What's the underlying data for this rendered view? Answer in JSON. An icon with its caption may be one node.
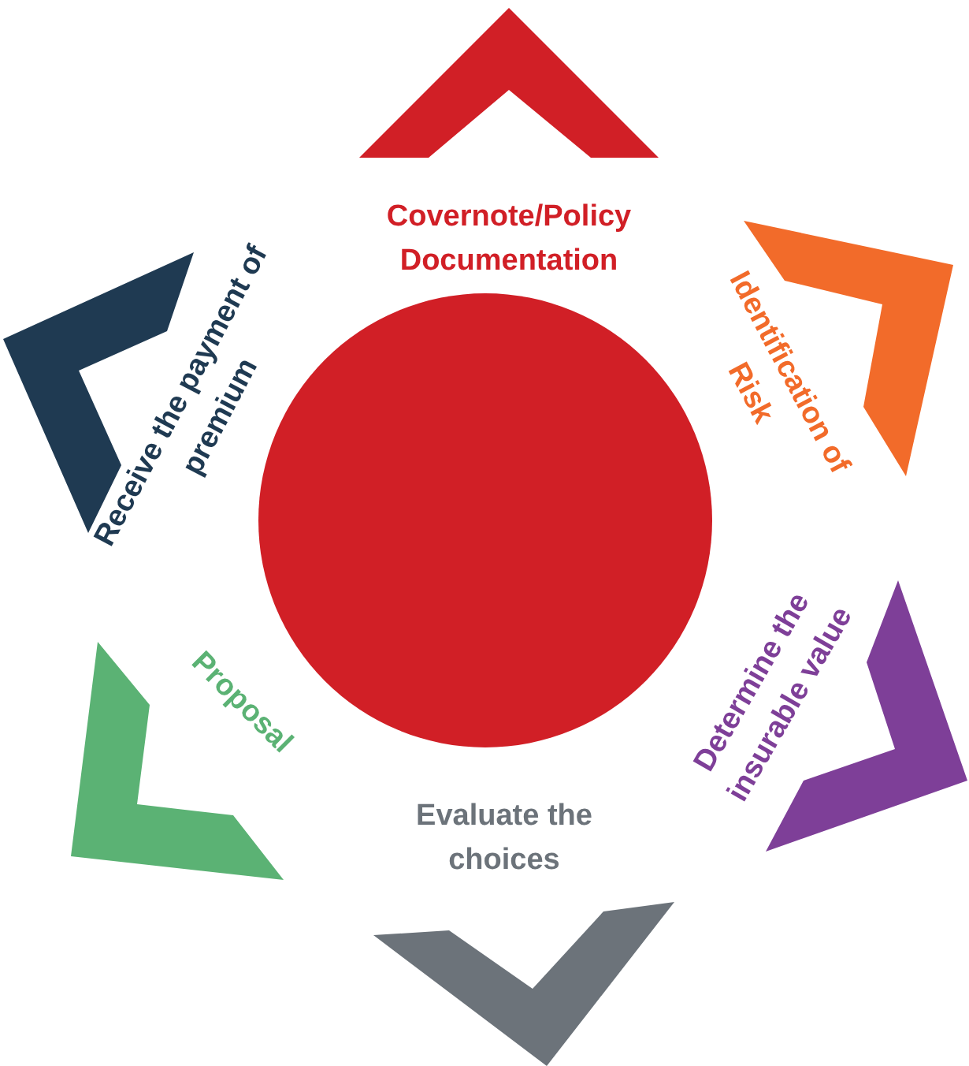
{
  "diagram": {
    "nodes": [
      {
        "text": [],
        "shape": "circle"
      }
    ],
    "labels": [
      "Covernote/Policy Documentation",
      "Identification of Risk",
      "Receive the payment of premium",
      "Determine the insurable value",
      "Proposal",
      "Evaluate the choices"
    ]
  }
}
